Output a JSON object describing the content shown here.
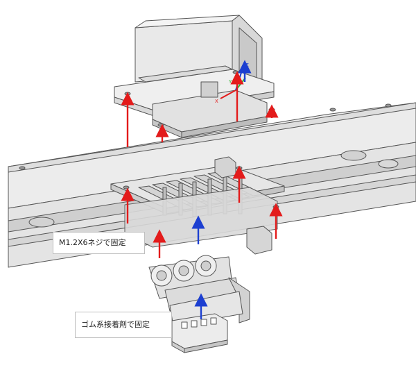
{
  "callouts": {
    "screw": "M1.2X6ネジで固定",
    "glue": "ゴム系接着剤で固定"
  },
  "axis_triad": {
    "x_label": "X",
    "y_label": "Y",
    "z_label": "Z"
  },
  "colors": {
    "arrow_red": "#e31b1b",
    "arrow_blue": "#1c3fd1",
    "part_fill": "#ececec",
    "part_stroke": "#555555"
  }
}
